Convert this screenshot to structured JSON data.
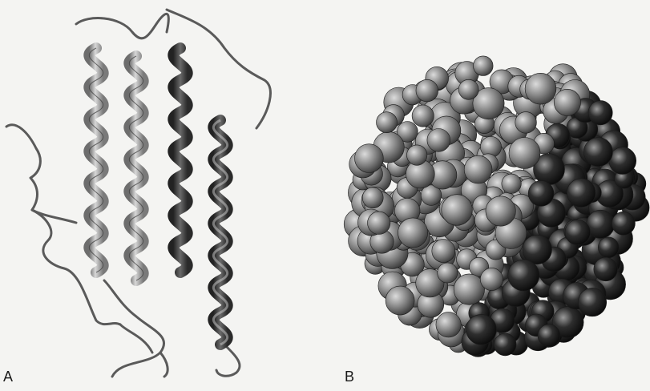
{
  "figure": {
    "panels": [
      {
        "label": "A",
        "icon": "ribbon-helix-bundle-diagram"
      },
      {
        "label": "B",
        "icon": "space-filling-molecule-model"
      }
    ]
  }
}
